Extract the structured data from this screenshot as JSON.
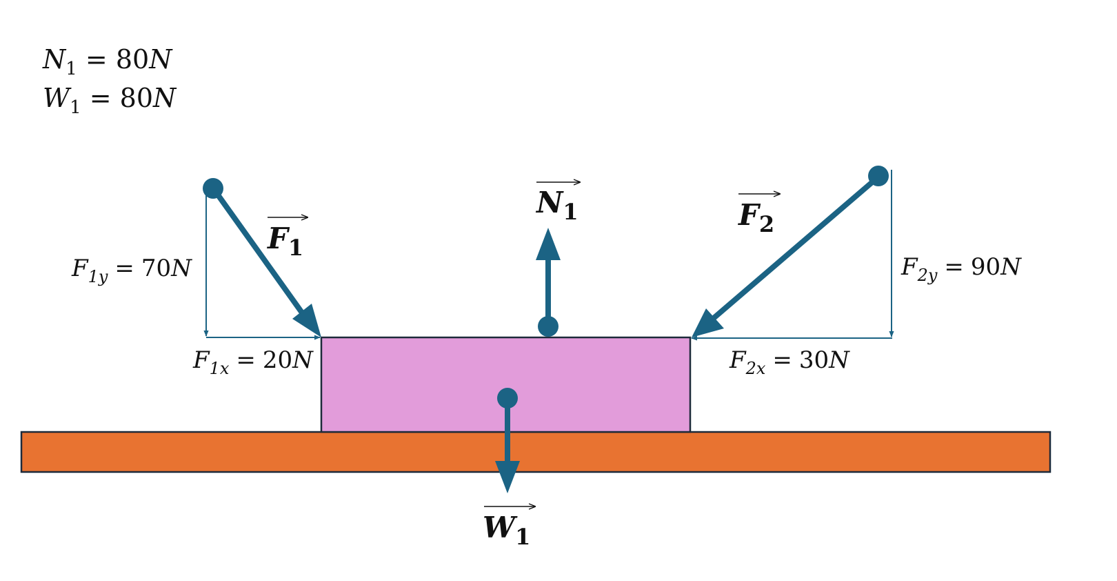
{
  "given": [
    {
      "symbol": "N",
      "sub": "1",
      "equals": "=",
      "value": "80",
      "unit": "N"
    },
    {
      "symbol": "W",
      "sub": "1",
      "equals": "=",
      "value": "80",
      "unit": "N"
    }
  ],
  "vectors": {
    "F1": {
      "symbol": "F",
      "sub": "1"
    },
    "F2": {
      "symbol": "F",
      "sub": "2"
    },
    "N1": {
      "symbol": "N",
      "sub": "1"
    },
    "W1": {
      "symbol": "W",
      "sub": "1"
    }
  },
  "components": {
    "F1y": {
      "symbol": "F",
      "sub": "1y",
      "equals": "=",
      "value": "70",
      "unit": "N"
    },
    "F1x": {
      "symbol": "F",
      "sub": "1x",
      "equals": "=",
      "value": "20",
      "unit": "N"
    },
    "F2y": {
      "symbol": "F",
      "sub": "2y",
      "equals": "=",
      "value": "90",
      "unit": "N"
    },
    "F2x": {
      "symbol": "F",
      "sub": "2x",
      "equals": "=",
      "value": "30",
      "unit": "N"
    }
  },
  "colors": {
    "arrow": "#1b6384",
    "block": "#e29cda",
    "ground": "#e87331",
    "outline": "#1d2a3a",
    "text": "#111111"
  }
}
